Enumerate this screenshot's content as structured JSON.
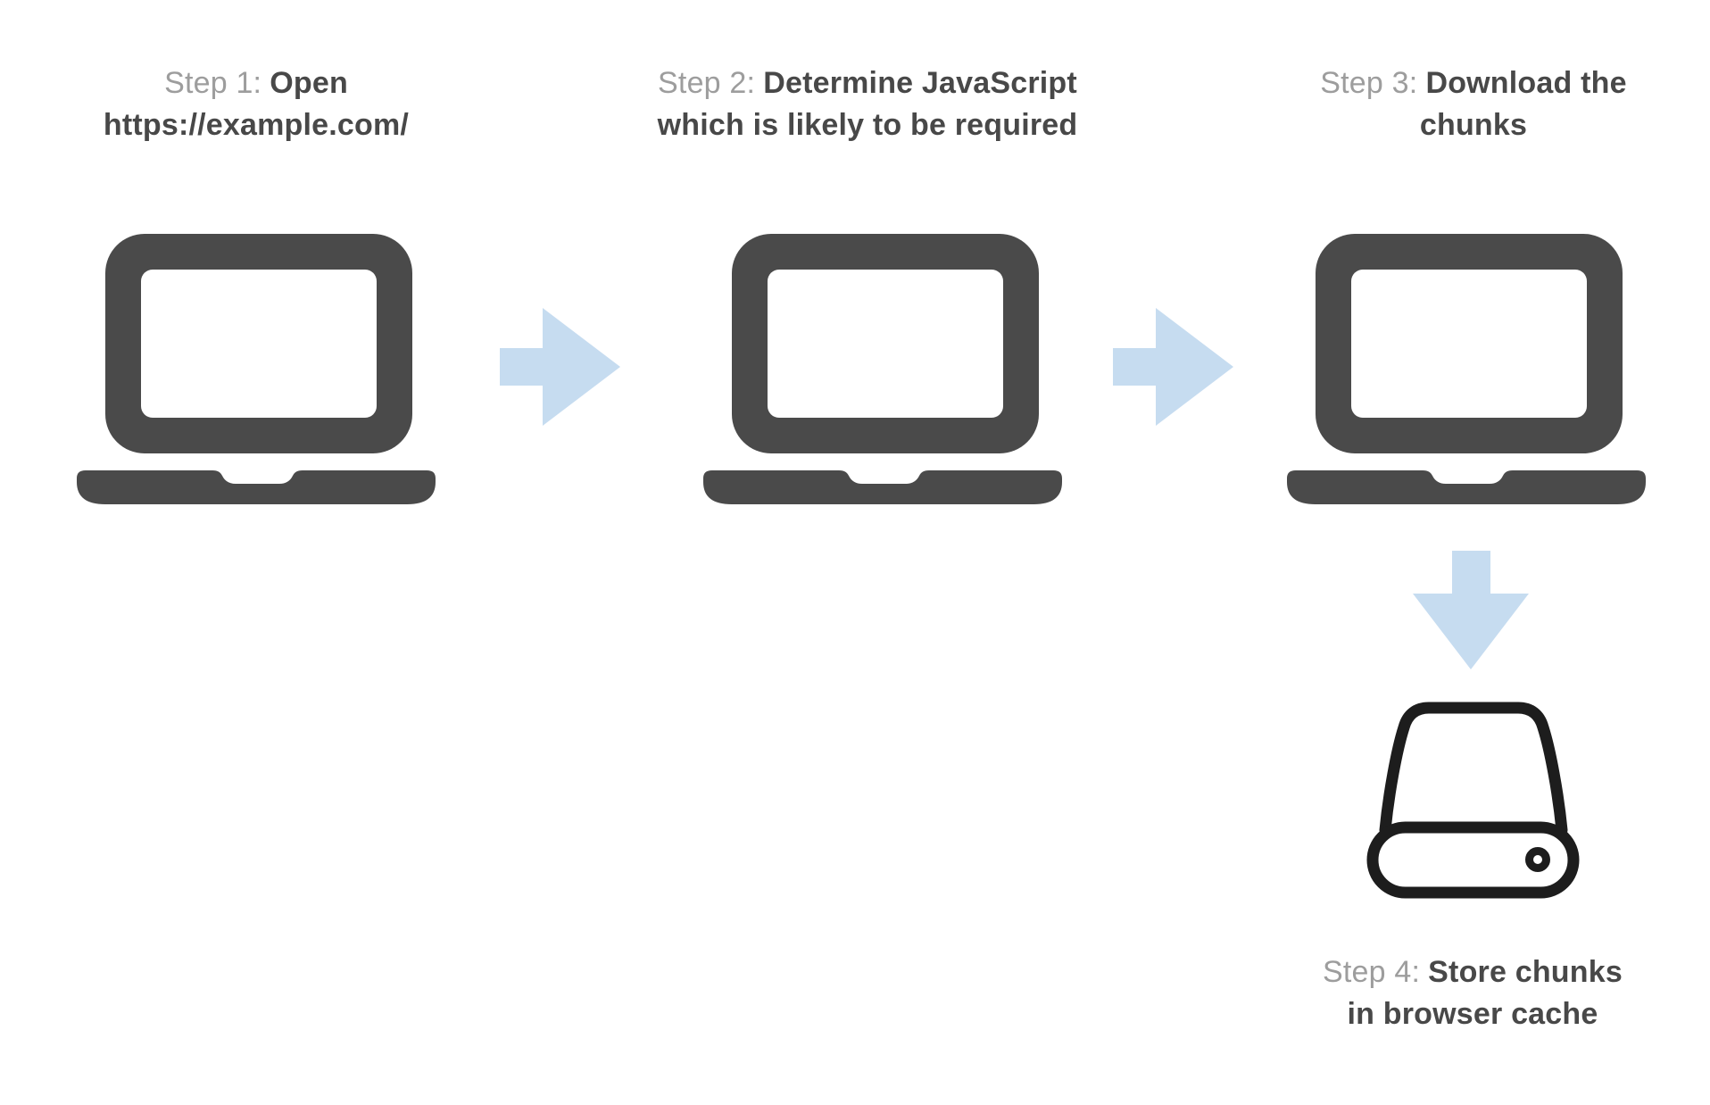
{
  "steps": [
    {
      "prefix": "Step 1:",
      "line1": "Open",
      "line2": "https://example.com/",
      "icon": "laptop"
    },
    {
      "prefix": "Step 2:",
      "line1": "Determine JavaScript",
      "line2": "which is likely to be required",
      "icon": "laptop"
    },
    {
      "prefix": "Step 3:",
      "line1": "Download the",
      "line2": "chunks",
      "icon": "laptop"
    },
    {
      "prefix": "Step 4:",
      "line1": "Store chunks",
      "line2": "in browser cache",
      "icon": "hard-drive"
    }
  ],
  "connectors": [
    {
      "from": "step-1",
      "to": "step-2",
      "direction": "right"
    },
    {
      "from": "step-2",
      "to": "step-3",
      "direction": "right"
    },
    {
      "from": "step-3",
      "to": "step-4",
      "direction": "down"
    }
  ],
  "colors": {
    "background": "#ffffff",
    "step_prefix_gray": "#9d9d9d",
    "step_title_dark": "#484848",
    "laptop_fill": "#4a4a4a",
    "arrow_blue": "#c6dcf0",
    "drive_outline": "#1d1d1d"
  }
}
